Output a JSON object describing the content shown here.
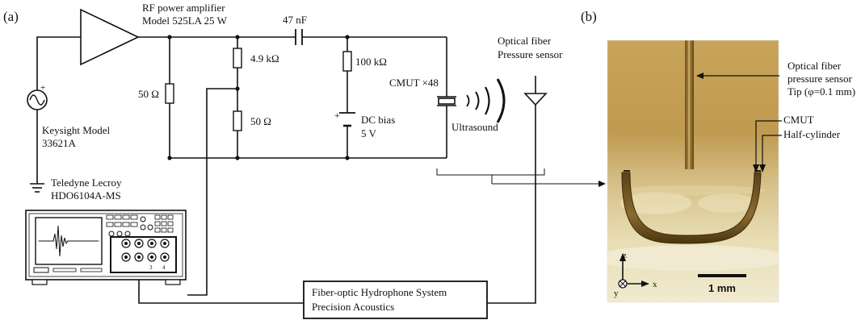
{
  "panels": {
    "a": "(a)",
    "b": "(b)"
  },
  "amplifier": {
    "line1": "RF power amplifier",
    "line2": "Model 525LA  25 W"
  },
  "generator": {
    "line1": "Keysight Model",
    "line2": "33621A"
  },
  "capacitor": "47 nF",
  "resistors": {
    "r50_shunt": "50 Ω",
    "r49k": "4.9 kΩ",
    "r50_div": "50 Ω",
    "r100k": "100 kΩ"
  },
  "cmut": "CMUT  ×48",
  "dc_bias": {
    "line1": "DC bias",
    "line2": "5 V"
  },
  "ultrasound": "Ultrasound",
  "optical_sensor": {
    "line1": "Optical fiber",
    "line2": "Pressure sensor"
  },
  "oscilloscope": {
    "line1": "Teledyne Lecroy",
    "line2": "HDO6104A-MS",
    "ch3": "3",
    "ch4": "4"
  },
  "hydrophone": {
    "line1": "Fiber-optic Hydrophone System",
    "line2": "Precision Acoustics"
  },
  "photo": {
    "sensor_tip": {
      "line1": "Optical fiber",
      "line2": "pressure sensor",
      "line3": "Tip (φ=0.1 mm)"
    },
    "cmut": {
      "line1": "CMUT",
      "line2": "Half-cylinder"
    },
    "axis_z": "z",
    "axis_x": "x",
    "axis_y": "y",
    "scale": "1 mm"
  }
}
